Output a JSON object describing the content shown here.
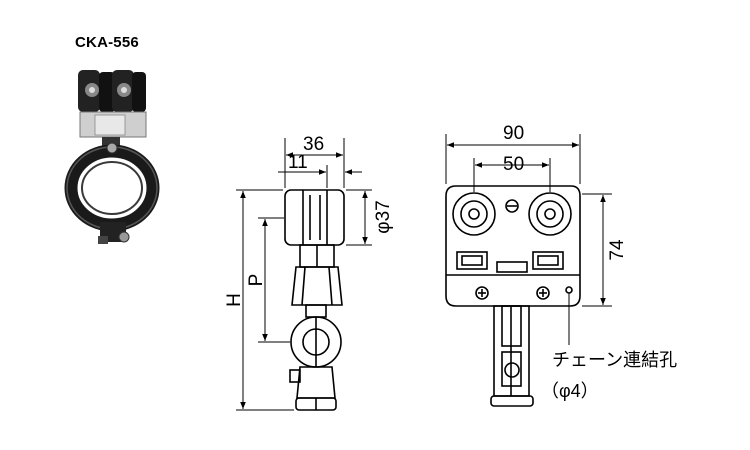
{
  "product": {
    "model": "CKA-556"
  },
  "side_view": {
    "dim_width": "36",
    "dim_offset": "11",
    "dim_diameter": "φ37",
    "dim_height": "H",
    "dim_pitch": "P"
  },
  "front_view": {
    "dim_width": "90",
    "dim_wheel_spacing": "50",
    "dim_height": "74",
    "note_line1": "チェーン連結孔",
    "note_line2": "（φ4）"
  },
  "colors": {
    "line": "#000000",
    "photo_dark": "#1e1e1e",
    "photo_metal": "#c8c8c8"
  }
}
